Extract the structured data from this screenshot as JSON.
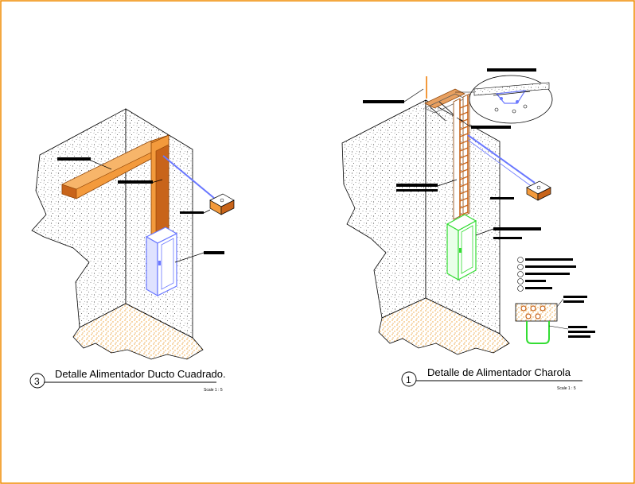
{
  "frame": {
    "border_color": "#f08c00"
  },
  "details": [
    {
      "number": "3",
      "title": "Detalle Alimentador  Ducto Cuadrado.",
      "scale": "Scale  1 : 5"
    },
    {
      "number": "1",
      "title": "Detalle de Alimentador Charola",
      "scale": "Scale  1 : 5"
    }
  ],
  "colors": {
    "duct": "#f39a3c",
    "duct_dark": "#c8641a",
    "conduit": "#6a78ff",
    "panel_left": "#6a78ff",
    "panel_right": "#33dd33",
    "tray": "#c8641a",
    "floor": "#f0a030",
    "wall_stipple": "#555555"
  },
  "icons": [
    "junction-box-icon",
    "electrical-panel-icon",
    "ceiling-detail-bubble-icon",
    "cable-tray-icon"
  ]
}
